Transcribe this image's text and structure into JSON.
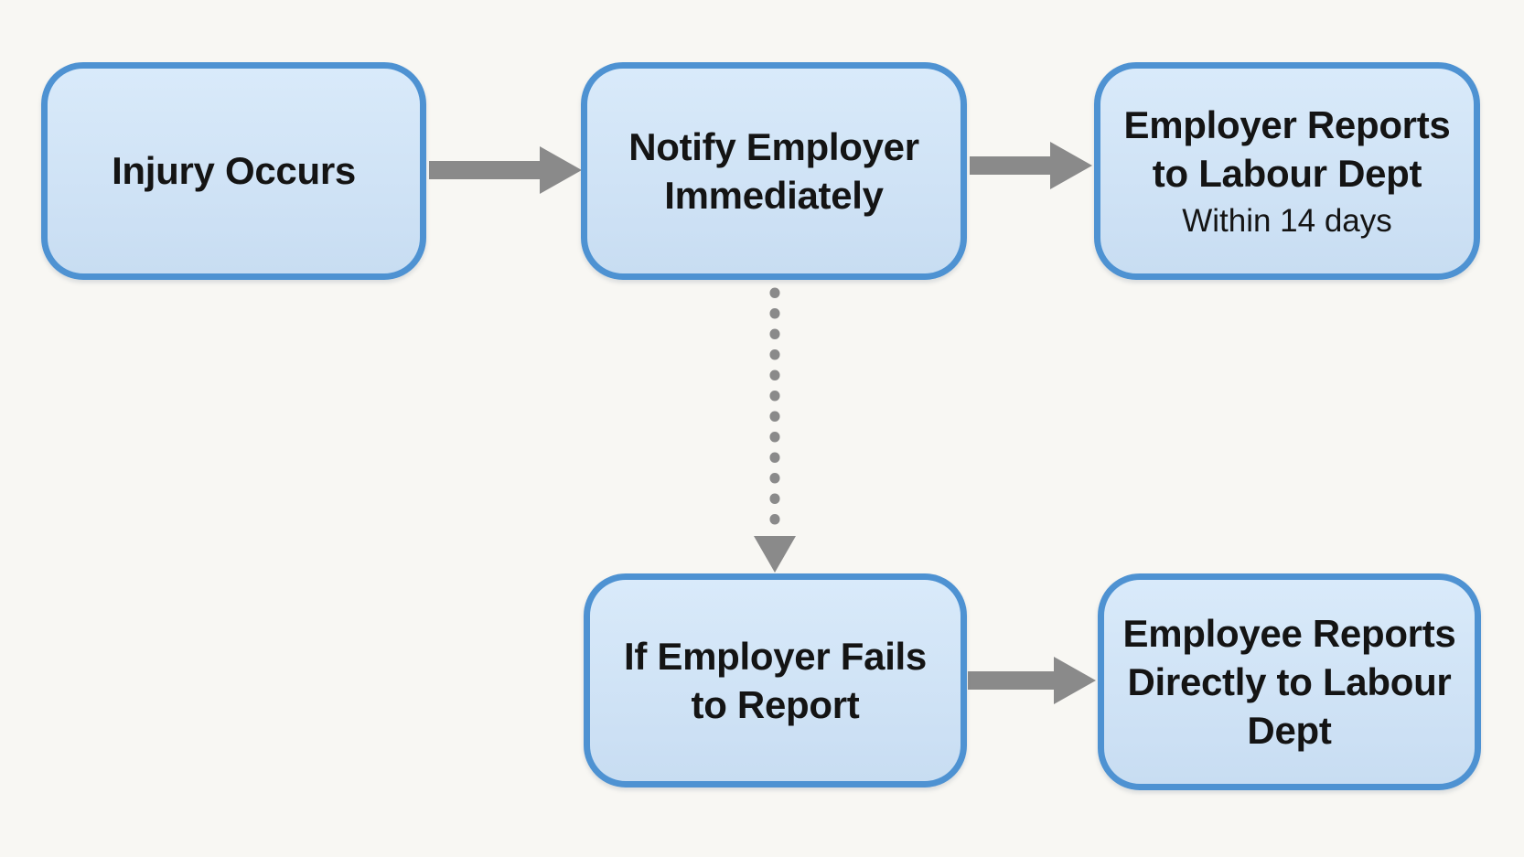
{
  "diagram": {
    "type": "flowchart",
    "background_color": "#f8f7f3",
    "node_fill_top": "#d9eafa",
    "node_fill_bottom": "#c8ddf2",
    "node_border_color": "#4e92d2",
    "arrow_color": "#8a8a8a",
    "text_color": "#141414"
  },
  "flowchart": {
    "nodes": [
      {
        "id": "injury-occurs",
        "label": "Injury Occurs"
      },
      {
        "id": "notify-employer",
        "label": "Notify Employer\nImmediately"
      },
      {
        "id": "employer-reports",
        "label": "Employer Reports\nto Labour Dept",
        "sublabel": "Within 14 days"
      },
      {
        "id": "employer-fails",
        "label": "If Employer Fails\nto Report"
      },
      {
        "id": "employee-reports",
        "label": "Employee Reports\nDirectly to Labour\nDept"
      }
    ],
    "edges": [
      {
        "from": "injury-occurs",
        "to": "notify-employer",
        "style": "solid"
      },
      {
        "from": "notify-employer",
        "to": "employer-reports",
        "style": "solid"
      },
      {
        "from": "notify-employer",
        "to": "employer-fails",
        "style": "dotted"
      },
      {
        "from": "employer-fails",
        "to": "employee-reports",
        "style": "solid"
      }
    ]
  }
}
